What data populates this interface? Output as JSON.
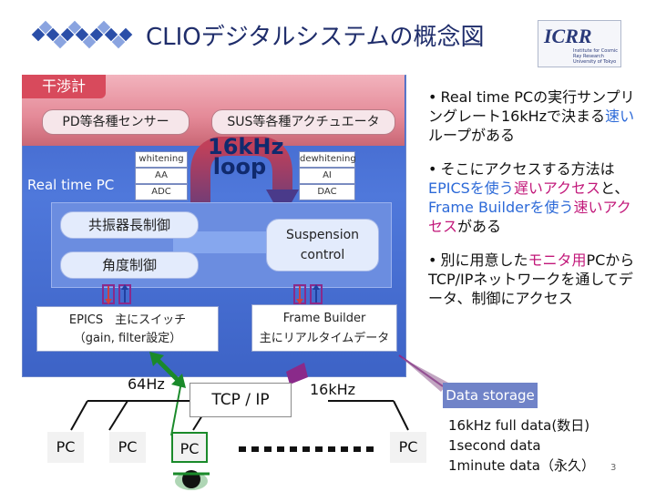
{
  "header": {
    "title": "CLIOデジタルシステムの概念図",
    "logo_text": "ICRR",
    "logo_subtext": "Institute for Cosmic Ray Research University of Tokyo"
  },
  "diagram": {
    "section_label": "干渉計",
    "sensor_label": "PD等各種センサー",
    "actuator_label": "SUS等各種アクチュエータ",
    "loop_label_line1": "16kHz",
    "loop_label_line2": "loop",
    "realtime_pc_label": "Real time PC",
    "whitening_label": "whitening",
    "aa_label": "AA",
    "adc_label": "ADC",
    "dewhitening_label": "dewhitening",
    "ai_label": "AI",
    "dac_label": "DAC",
    "resonator_control_label": "共振器長制御",
    "angle_control_label": "角度制御",
    "suspension_control_label": "Suspension control",
    "epics_label_line1": "EPICS　主にスイッチ",
    "epics_label_line2": "（gain, filter設定）",
    "frame_builder_label_line1": "Frame Builder",
    "frame_builder_label_line2": "主にリアルタイムデータ",
    "rate_64hz_label": "64Hz",
    "tcpip_label": "TCP / IP",
    "rate_16khz_label": "16kHz",
    "pc_labels": [
      "PC",
      "PC",
      "PC",
      "PC"
    ],
    "data_storage_label": "Data storage",
    "storage_lines": [
      "16kHz full data(数日)",
      "1second data",
      "1minute data（永久）"
    ]
  },
  "bullets": [
    {
      "parts": [
        {
          "t": "Real time PCの実行サンプリングレート16kHzで決まる",
          "c": ""
        },
        {
          "t": "速い",
          "c": "bl"
        },
        {
          "t": "ループがある",
          "c": ""
        }
      ]
    },
    {
      "parts": [
        {
          "t": "そこにアクセスする方法は",
          "c": ""
        },
        {
          "t": "EPICSを使う",
          "c": "bl"
        },
        {
          "t": "遅いアクセス",
          "c": "mg"
        },
        {
          "t": "と、",
          "c": ""
        },
        {
          "t": "Frame Builderを使う",
          "c": "bl"
        },
        {
          "t": "速いアクセス",
          "c": "mg"
        },
        {
          "t": "がある",
          "c": ""
        }
      ]
    },
    {
      "parts": [
        {
          "t": "別に用意した",
          "c": ""
        },
        {
          "t": "モニタ用",
          "c": "mg"
        },
        {
          "t": "PCからTCP/IPネットワークを通してデータ、制御にアクセス",
          "c": ""
        }
      ]
    }
  ],
  "page_number": "3",
  "colors": {
    "accent_red": "#d84a5c",
    "panel_blue": "#4f78db",
    "loop_arrow": "#5a2a6e",
    "link_green": "#1a8a2a",
    "link_purple": "#8a2a8a"
  }
}
